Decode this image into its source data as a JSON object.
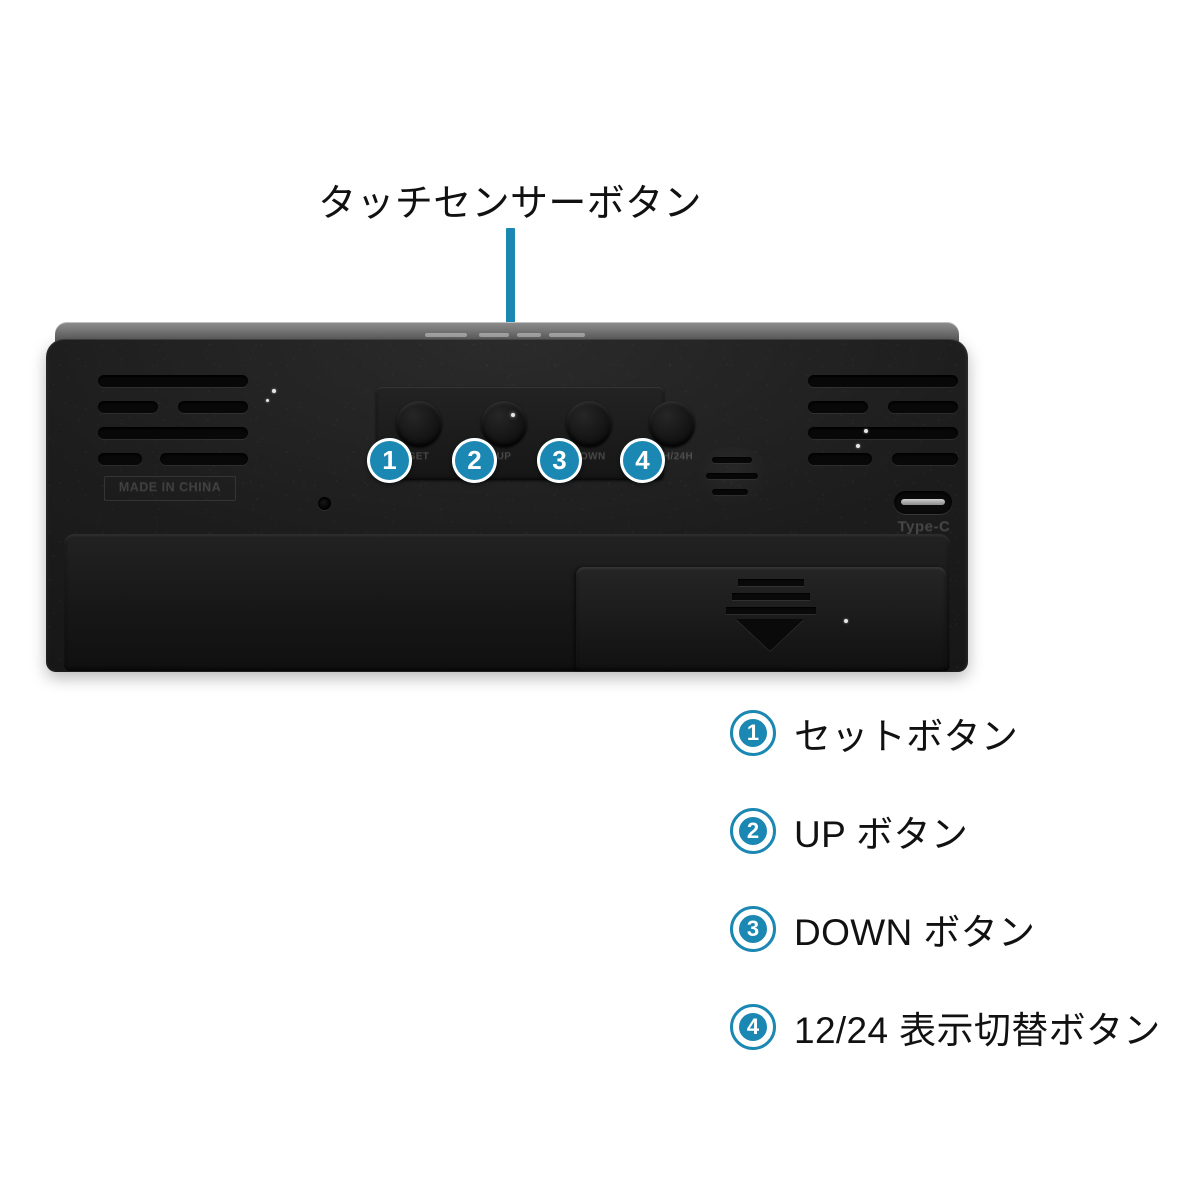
{
  "callout": {
    "title": "タッチセンサーボタン",
    "leader_icon": "leader-line-icon",
    "dot_icon": "leader-dot-icon"
  },
  "colors": {
    "accent": "#1b87b3",
    "device_body": "#1d1d1d",
    "device_top_edge": "#787878",
    "text": "#111111",
    "background": "#ffffff"
  },
  "device": {
    "name": "clock-rear-panel",
    "molded_marks": {
      "made_in": "MADE IN CHINA",
      "usb_port_label": "Type-C"
    },
    "buttons": [
      {
        "marker": "1",
        "molded_label": "SET"
      },
      {
        "marker": "2",
        "molded_label": "UP"
      },
      {
        "marker": "3",
        "molded_label": "DOWN"
      },
      {
        "marker": "4",
        "molded_label": "12H/24H"
      }
    ],
    "markers": [
      "1",
      "2",
      "3",
      "4"
    ]
  },
  "legend": {
    "items": [
      {
        "num": "1",
        "label": "セットボタン"
      },
      {
        "num": "2",
        "label": "UP ボタン"
      },
      {
        "num": "3",
        "label": "DOWN ボタン"
      },
      {
        "num": "4",
        "label": "12/24 表示切替ボタン"
      }
    ]
  }
}
